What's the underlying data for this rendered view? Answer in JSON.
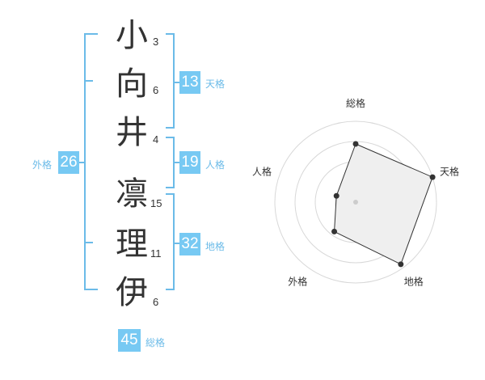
{
  "name_chars": [
    {
      "char": "小",
      "strokes": "3"
    },
    {
      "char": "向",
      "strokes": "6"
    },
    {
      "char": "井",
      "strokes": "4"
    },
    {
      "char": "凛",
      "strokes": "15"
    },
    {
      "char": "理",
      "strokes": "11"
    },
    {
      "char": "伊",
      "strokes": "6"
    }
  ],
  "fortunes": {
    "tenkaku": {
      "value": "13",
      "label": "天格"
    },
    "jinkaku": {
      "value": "19",
      "label": "人格"
    },
    "chikaku": {
      "value": "32",
      "label": "地格"
    },
    "gaikaku": {
      "value": "26",
      "label": "外格"
    },
    "soukaku": {
      "value": "45",
      "label": "総格"
    }
  },
  "colors": {
    "accent": "#77c9f3",
    "bracket": "#6bbbe8",
    "radar_fill": "#efefef"
  },
  "chart_data": {
    "type": "radar",
    "axes": [
      "総格",
      "天格",
      "地格",
      "外格",
      "人格"
    ],
    "levels": 4,
    "values": [
      0.72,
      1.0,
      0.95,
      0.45,
      0.25
    ]
  }
}
